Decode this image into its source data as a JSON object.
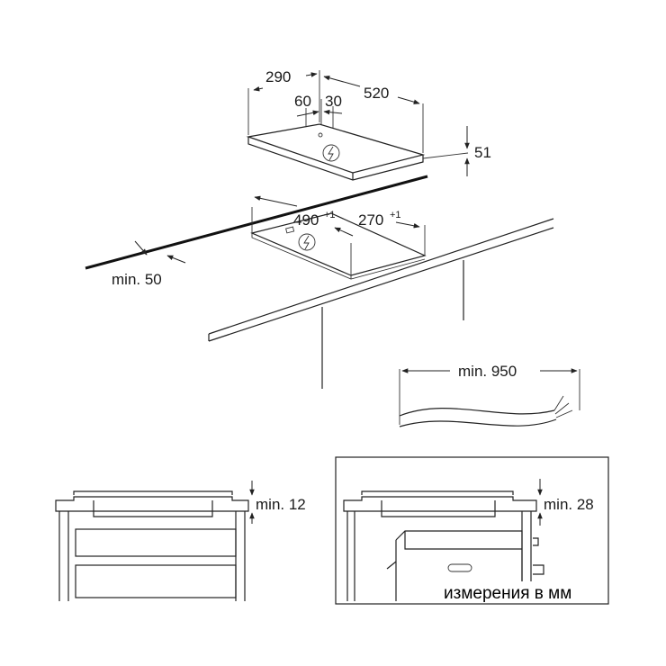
{
  "labels": {
    "width_290": "290",
    "depth_520": "520",
    "offset_60": "60",
    "offset_30": "30",
    "height_51": "51",
    "cutout_490": "490",
    "cutout_490_tol": "+1",
    "cutout_270": "270",
    "cutout_270_tol": "+1",
    "min_50": "min. 50",
    "min_950": "min. 950",
    "min_12": "min. 12",
    "min_28": "min. 28"
  },
  "caption": "измерения в мм",
  "colors": {
    "line": "#222222",
    "background": "#ffffff"
  },
  "icons": {
    "power_symbol": "power-lightning-icon"
  }
}
